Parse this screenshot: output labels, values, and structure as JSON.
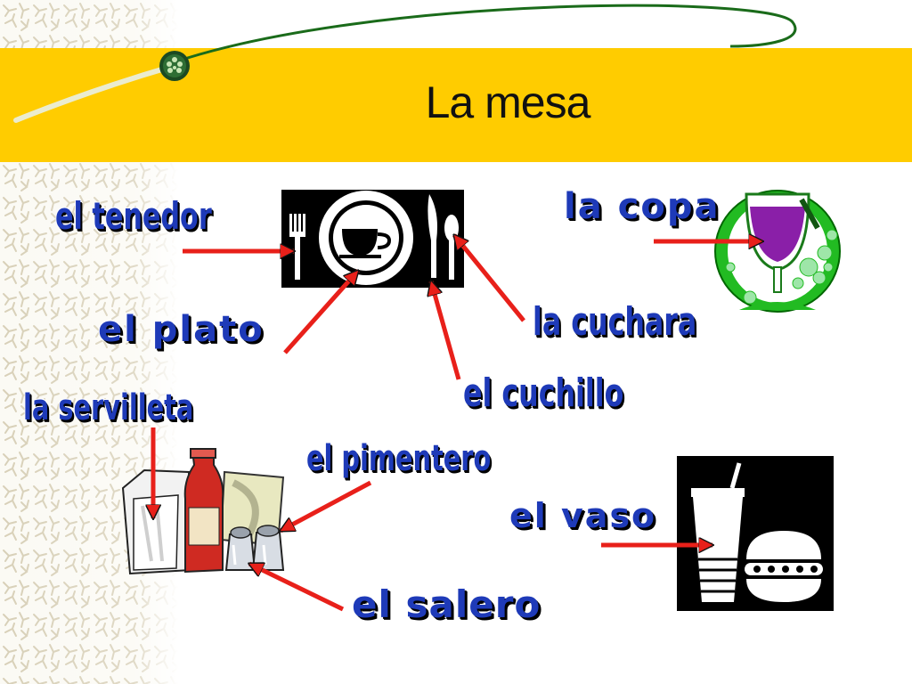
{
  "slide": {
    "title": "La mesa"
  },
  "labels": {
    "tenedor": "el tenedor",
    "copa": "la copa",
    "plato": "el plato",
    "cuchara": "la cuchara",
    "cuchillo": "el cuchillo",
    "servilleta": "la servilleta",
    "pimentero": "el pimentero",
    "vaso": "el vaso",
    "salero": "el salero"
  },
  "icons": [
    "place-setting-icon",
    "wine-glass-icon",
    "condiments-icon",
    "drink-burger-icon",
    "arrow-icon"
  ],
  "colors": {
    "band": "#ffcc00",
    "label": "#1e3ab8",
    "arrow": "#e8201a",
    "swoosh": "#1a6b1a"
  }
}
